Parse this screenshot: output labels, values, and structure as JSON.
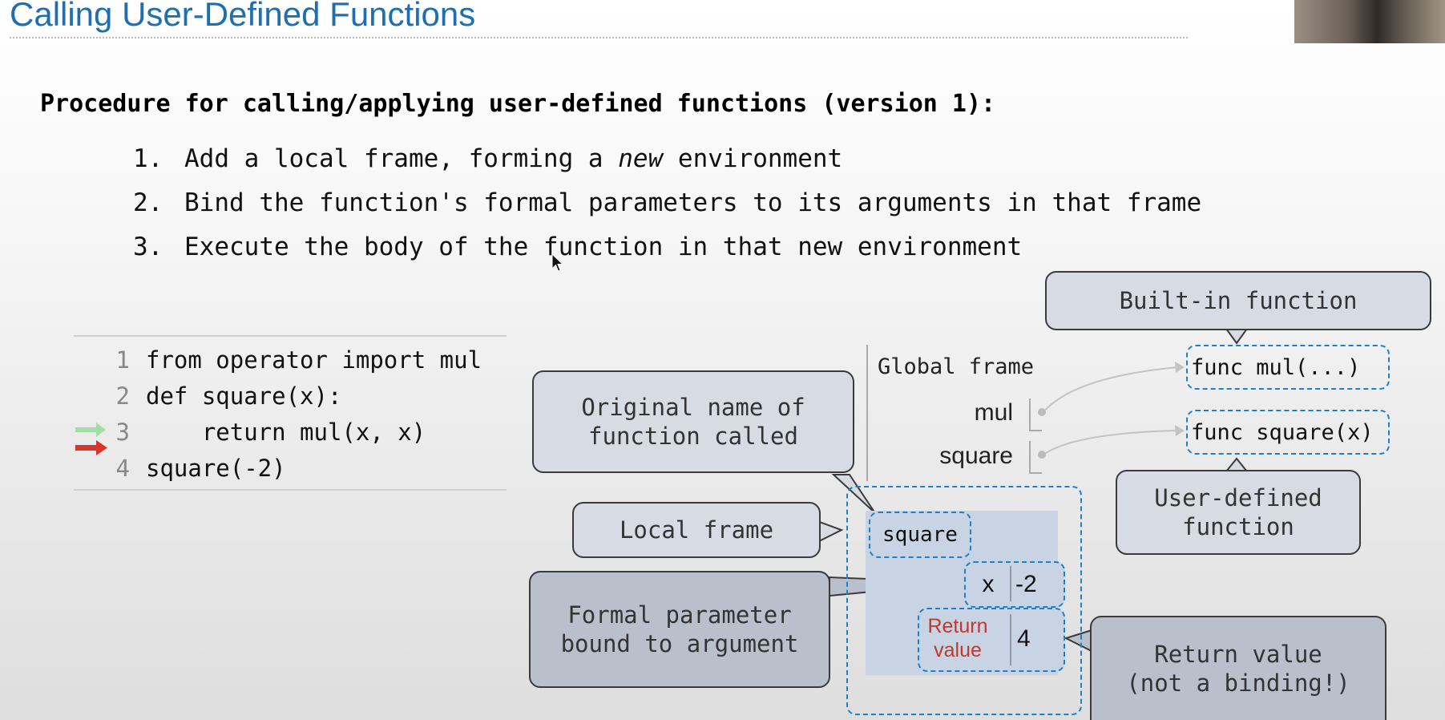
{
  "slide": {
    "title": "Calling User-Defined Functions",
    "heading": "Procedure for calling/applying user-defined functions (version 1):",
    "steps": [
      {
        "num": "1.",
        "before": "Add a local frame, forming a ",
        "emph": "new",
        "after": " environment"
      },
      {
        "num": "2.",
        "text": "Bind the function's formal parameters to its arguments in that frame"
      },
      {
        "num": "3.",
        "text": "Execute the body of the function in that new environment"
      }
    ]
  },
  "code": {
    "lines": [
      {
        "n": "1",
        "text": "from operator import mul"
      },
      {
        "n": "2",
        "text": "def square(x):"
      },
      {
        "n": "3",
        "text": "    return mul(x, x)"
      },
      {
        "n": "4",
        "text": "square(-2)"
      }
    ],
    "prev_line_arrow_color": "#a6dca6",
    "next_line_arrow_color": "#d9362b"
  },
  "diagram": {
    "global_frame_label": "Global frame",
    "bindings": [
      {
        "name": "mul",
        "value": "func mul(...)"
      },
      {
        "name": "square",
        "value": "func square(x)"
      }
    ],
    "local_frame_name": "square",
    "local_bindings": [
      {
        "name": "x",
        "value": "-2"
      }
    ],
    "return_label": "Return value",
    "return_value": "4"
  },
  "callouts": {
    "builtin": "Built-in function",
    "user_defined": "User-defined function",
    "original_name": "Original name of function called",
    "local_frame": "Local frame",
    "formal_param": "Formal parameter bound to argument",
    "return_note": "Return value (not a binding!)"
  },
  "colors": {
    "title": "#1f6fb0",
    "dotted_outline": "#1e80c8",
    "frame_bg": "#c8d3e3",
    "return_label": "#c0392b"
  }
}
